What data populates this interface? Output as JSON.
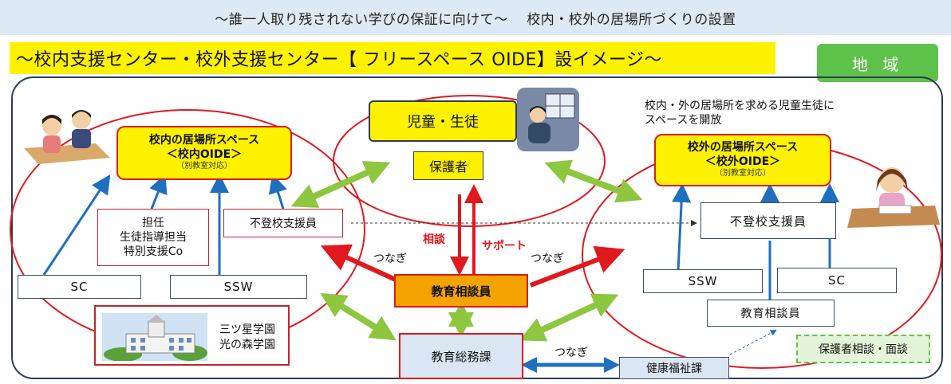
{
  "header": {
    "top_banner": "～誰一人取り残されない学びの保証に向けて～　 校内・校外の居場所づくりの設置",
    "title": "～校内支援センター・校外支援センター【 フリースペース OIDE】設イメージ～",
    "region_label": "地 域"
  },
  "center": {
    "students": "児童・生徒",
    "guardians": "保護者",
    "counselor": "教育相談員",
    "general_affairs": "教育総務課",
    "welfare": "健康福祉課",
    "consult_label": "相談",
    "support_label": "サポート",
    "connect_left": "つなぎ",
    "connect_right": "つなぎ",
    "connect_bottom": "つなぎ"
  },
  "left": {
    "space_title": "校内の居場所スペース",
    "space_name": "＜校内OIDE＞",
    "space_note": "（別教室対応）",
    "teachers": [
      "担任",
      "生徒指導担当",
      "特別支援Co"
    ],
    "nonattendance": "不登校支援員",
    "sc": "SC",
    "ssw": "SSW",
    "schools": [
      "三ツ星学園",
      "光の森学園"
    ]
  },
  "right": {
    "description": [
      "校内・外の居場所を求める児童生徒に",
      "スペースを開放"
    ],
    "space_title": "校外の居場所スペース",
    "space_name": "＜校外OIDE＞",
    "space_note": "（別教室対応）",
    "nonattendance": "不登校支援員",
    "ssw": "SSW",
    "sc": "SC",
    "counselor": "教育相談員",
    "guardian_consult": "保護者相談・面談"
  },
  "colors": {
    "banner_bg": "#dde9f4",
    "title_bg": "#fff200",
    "region_bg": "#5ec24a",
    "red": "#e0191e",
    "green_arrow": "#8dc63f",
    "blue_arrow": "#1f6fbf",
    "counselor_bg": "#f5a300",
    "admin_bg": "#dbe6f4"
  }
}
